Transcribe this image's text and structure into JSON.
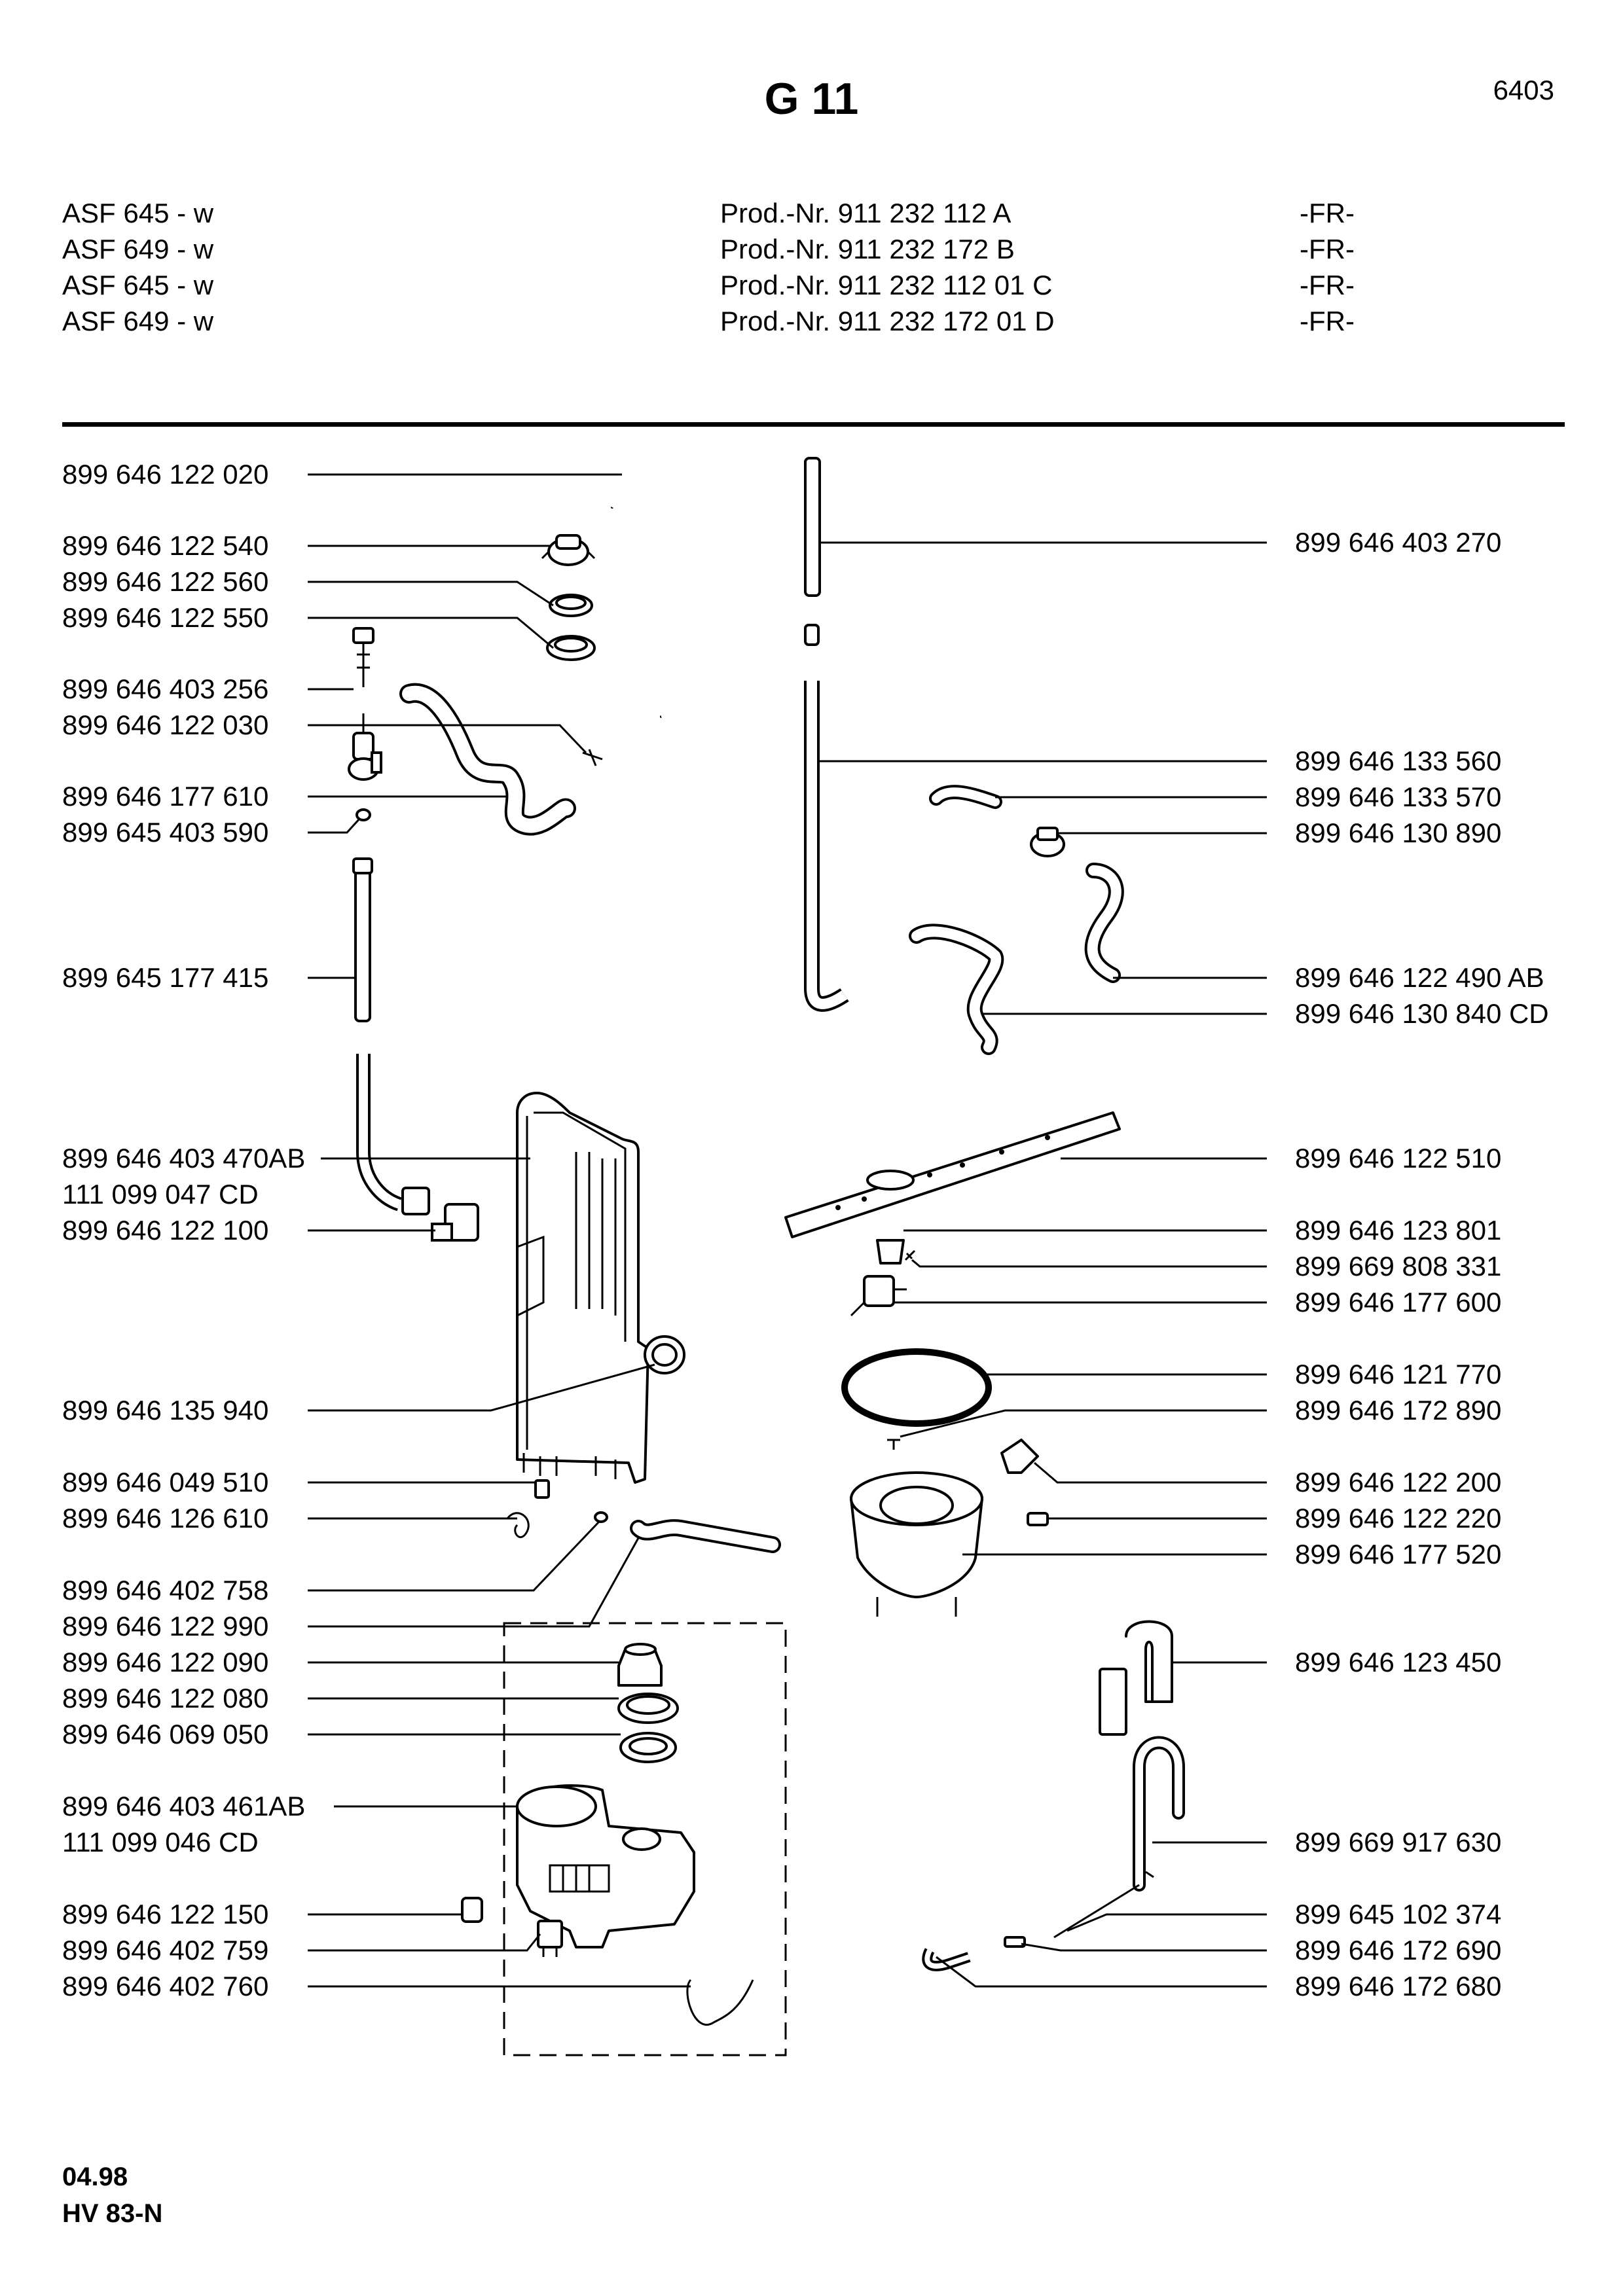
{
  "header": {
    "title": "G 11",
    "page_number": "6403",
    "models": [
      {
        "model": "ASF 645 - w",
        "prod": "Prod.-Nr. 911 232 112 A",
        "country": "-FR-"
      },
      {
        "model": "ASF 649 - w",
        "prod": "Prod.-Nr. 911 232 172 B",
        "country": "-FR-"
      },
      {
        "model": "ASF 645 - w",
        "prod": "Prod.-Nr. 911 232 112 01 C",
        "country": "-FR-"
      },
      {
        "model": "ASF 649 - w",
        "prod": "Prod.-Nr. 911 232 172 01 D",
        "country": "-FR-"
      }
    ]
  },
  "parts_left": [
    "899 646 122 020",
    "899 646 122 540",
    "899 646 122 560",
    "899 646 122 550",
    "899 646 403 256",
    "899 646 122 030",
    "899 646 177 610",
    "899 645 403 590",
    "899 645 177 415",
    "899 646 403 470AB",
    "111 099 047 CD",
    "899 646 122 100",
    "899 646 135 940",
    "899 646 049 510",
    "899 646 126 610",
    "899 646 402 758",
    "899 646 122 990",
    "899 646 122 090",
    "899 646 122 080",
    "899 646 069 050",
    "899 646 403 461AB",
    "111 099 046 CD",
    "899 646 122 150",
    "899 646 402 759",
    "899 646 402 760"
  ],
  "parts_right": [
    "899 646 403 270",
    "899 646 133 560",
    "899 646 133 570",
    "899 646 130 890",
    "899 646 122 490 AB",
    "899 646 130 840 CD",
    "899 646 122 510",
    "899 646 123 801",
    "899 669 808 331",
    "899 646 177 600",
    "899 646 121 770",
    "899 646 172 890",
    "899 646 122 200",
    "899 646 122 220",
    "899 646 177 520",
    "899 646 123 450",
    "899 669 917 630",
    "899 645 102 374",
    "899 646 172 690",
    "899 646 172 680"
  ],
  "footer": {
    "date": "04.98",
    "code": "HV 83-N"
  }
}
